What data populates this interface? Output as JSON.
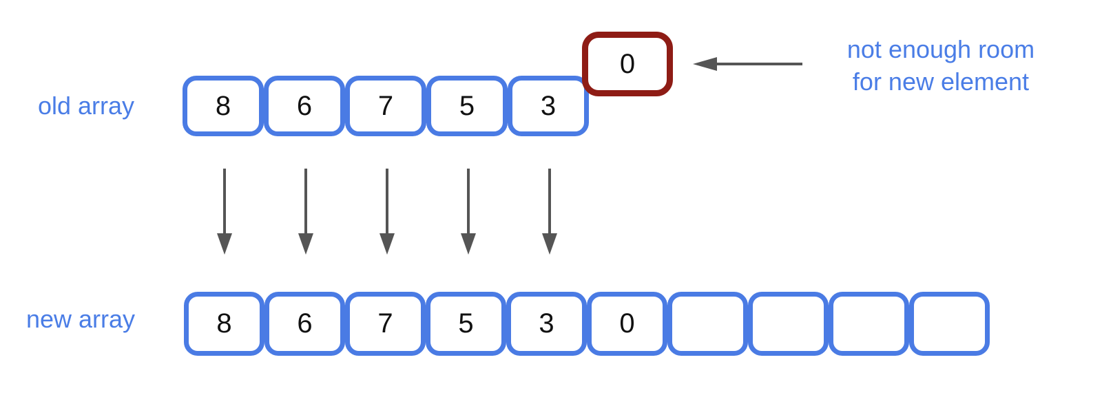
{
  "diagram": {
    "description": "array resize diagram"
  },
  "colors": {
    "blue_border": "#4a7be4",
    "blue_text": "#4a7de6",
    "red_border": "#8e1c15",
    "arrow_gray": "#555555",
    "digit": "#111111"
  },
  "old_array": {
    "label": "old array",
    "cells": [
      "8",
      "6",
      "7",
      "5",
      "3"
    ]
  },
  "overflow_element": {
    "value": "0"
  },
  "annotation": {
    "line1": "not enough room",
    "line2": "for new element"
  },
  "new_array": {
    "label": "new array",
    "cells": [
      "8",
      "6",
      "7",
      "5",
      "3",
      "0",
      "",
      "",
      "",
      ""
    ]
  }
}
